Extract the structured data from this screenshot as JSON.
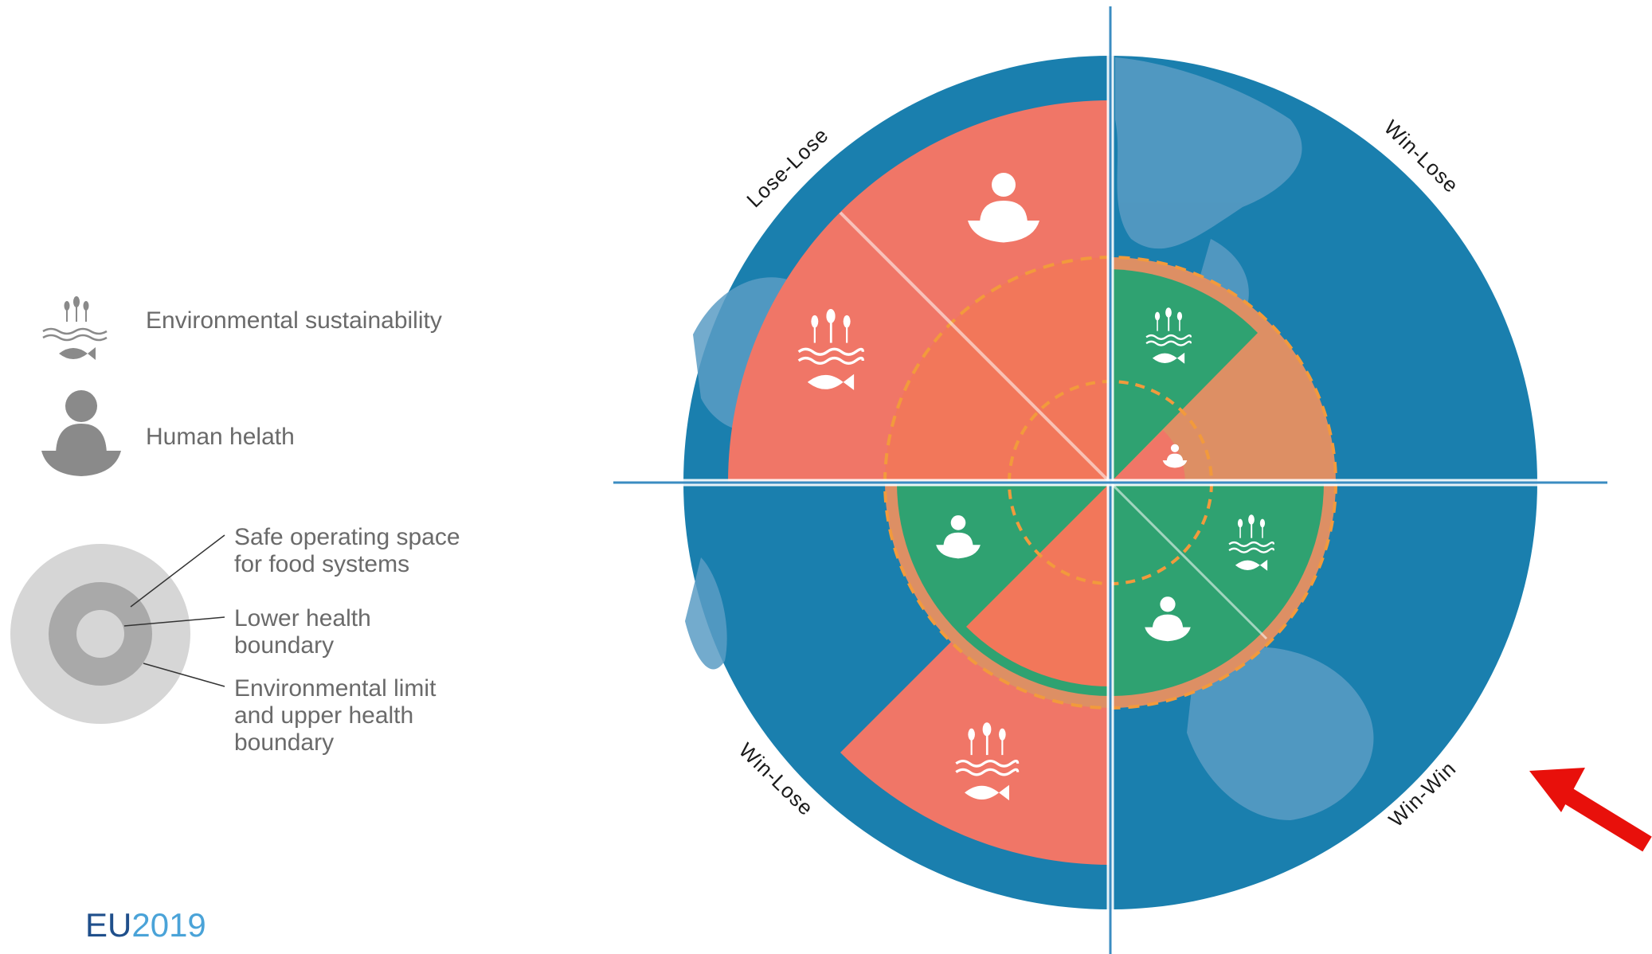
{
  "legend": {
    "env_label": "Environmental sustainability",
    "health_label": "Human helath",
    "safe_space_line1": "Safe operating space",
    "safe_space_line2": "for food systems",
    "lower_health_line1": "Lower health",
    "lower_health_line2": "boundary",
    "env_limit_line1": "Environmental limit",
    "env_limit_line2": "and upper health",
    "env_limit_line3": "boundary"
  },
  "quadrants": {
    "top_left": "Lose-Lose",
    "top_right": "Win-Lose",
    "bottom_left": "Win-Lose",
    "bottom_right": "Win-Win"
  },
  "brand": {
    "prefix": "EU",
    "year": "2019"
  },
  "colors": {
    "ocean": "#1a7fae",
    "land": "#5a9cc4",
    "red_sector": "#f07667",
    "inner_red": "#f2775a",
    "green_sector": "#2fa271",
    "orange_ring": "#dd8f64",
    "dashed_orange": "#f29a3c",
    "axis_line": "#3b8cc2",
    "arrow": "#e8100b",
    "brand_blue": "#1f4f8b",
    "brand_light": "#4aa3d8"
  },
  "icons": [
    "crop-fish-icon",
    "person-plate-icon",
    "boundary-diagram-icon",
    "red-arrow-icon"
  ]
}
